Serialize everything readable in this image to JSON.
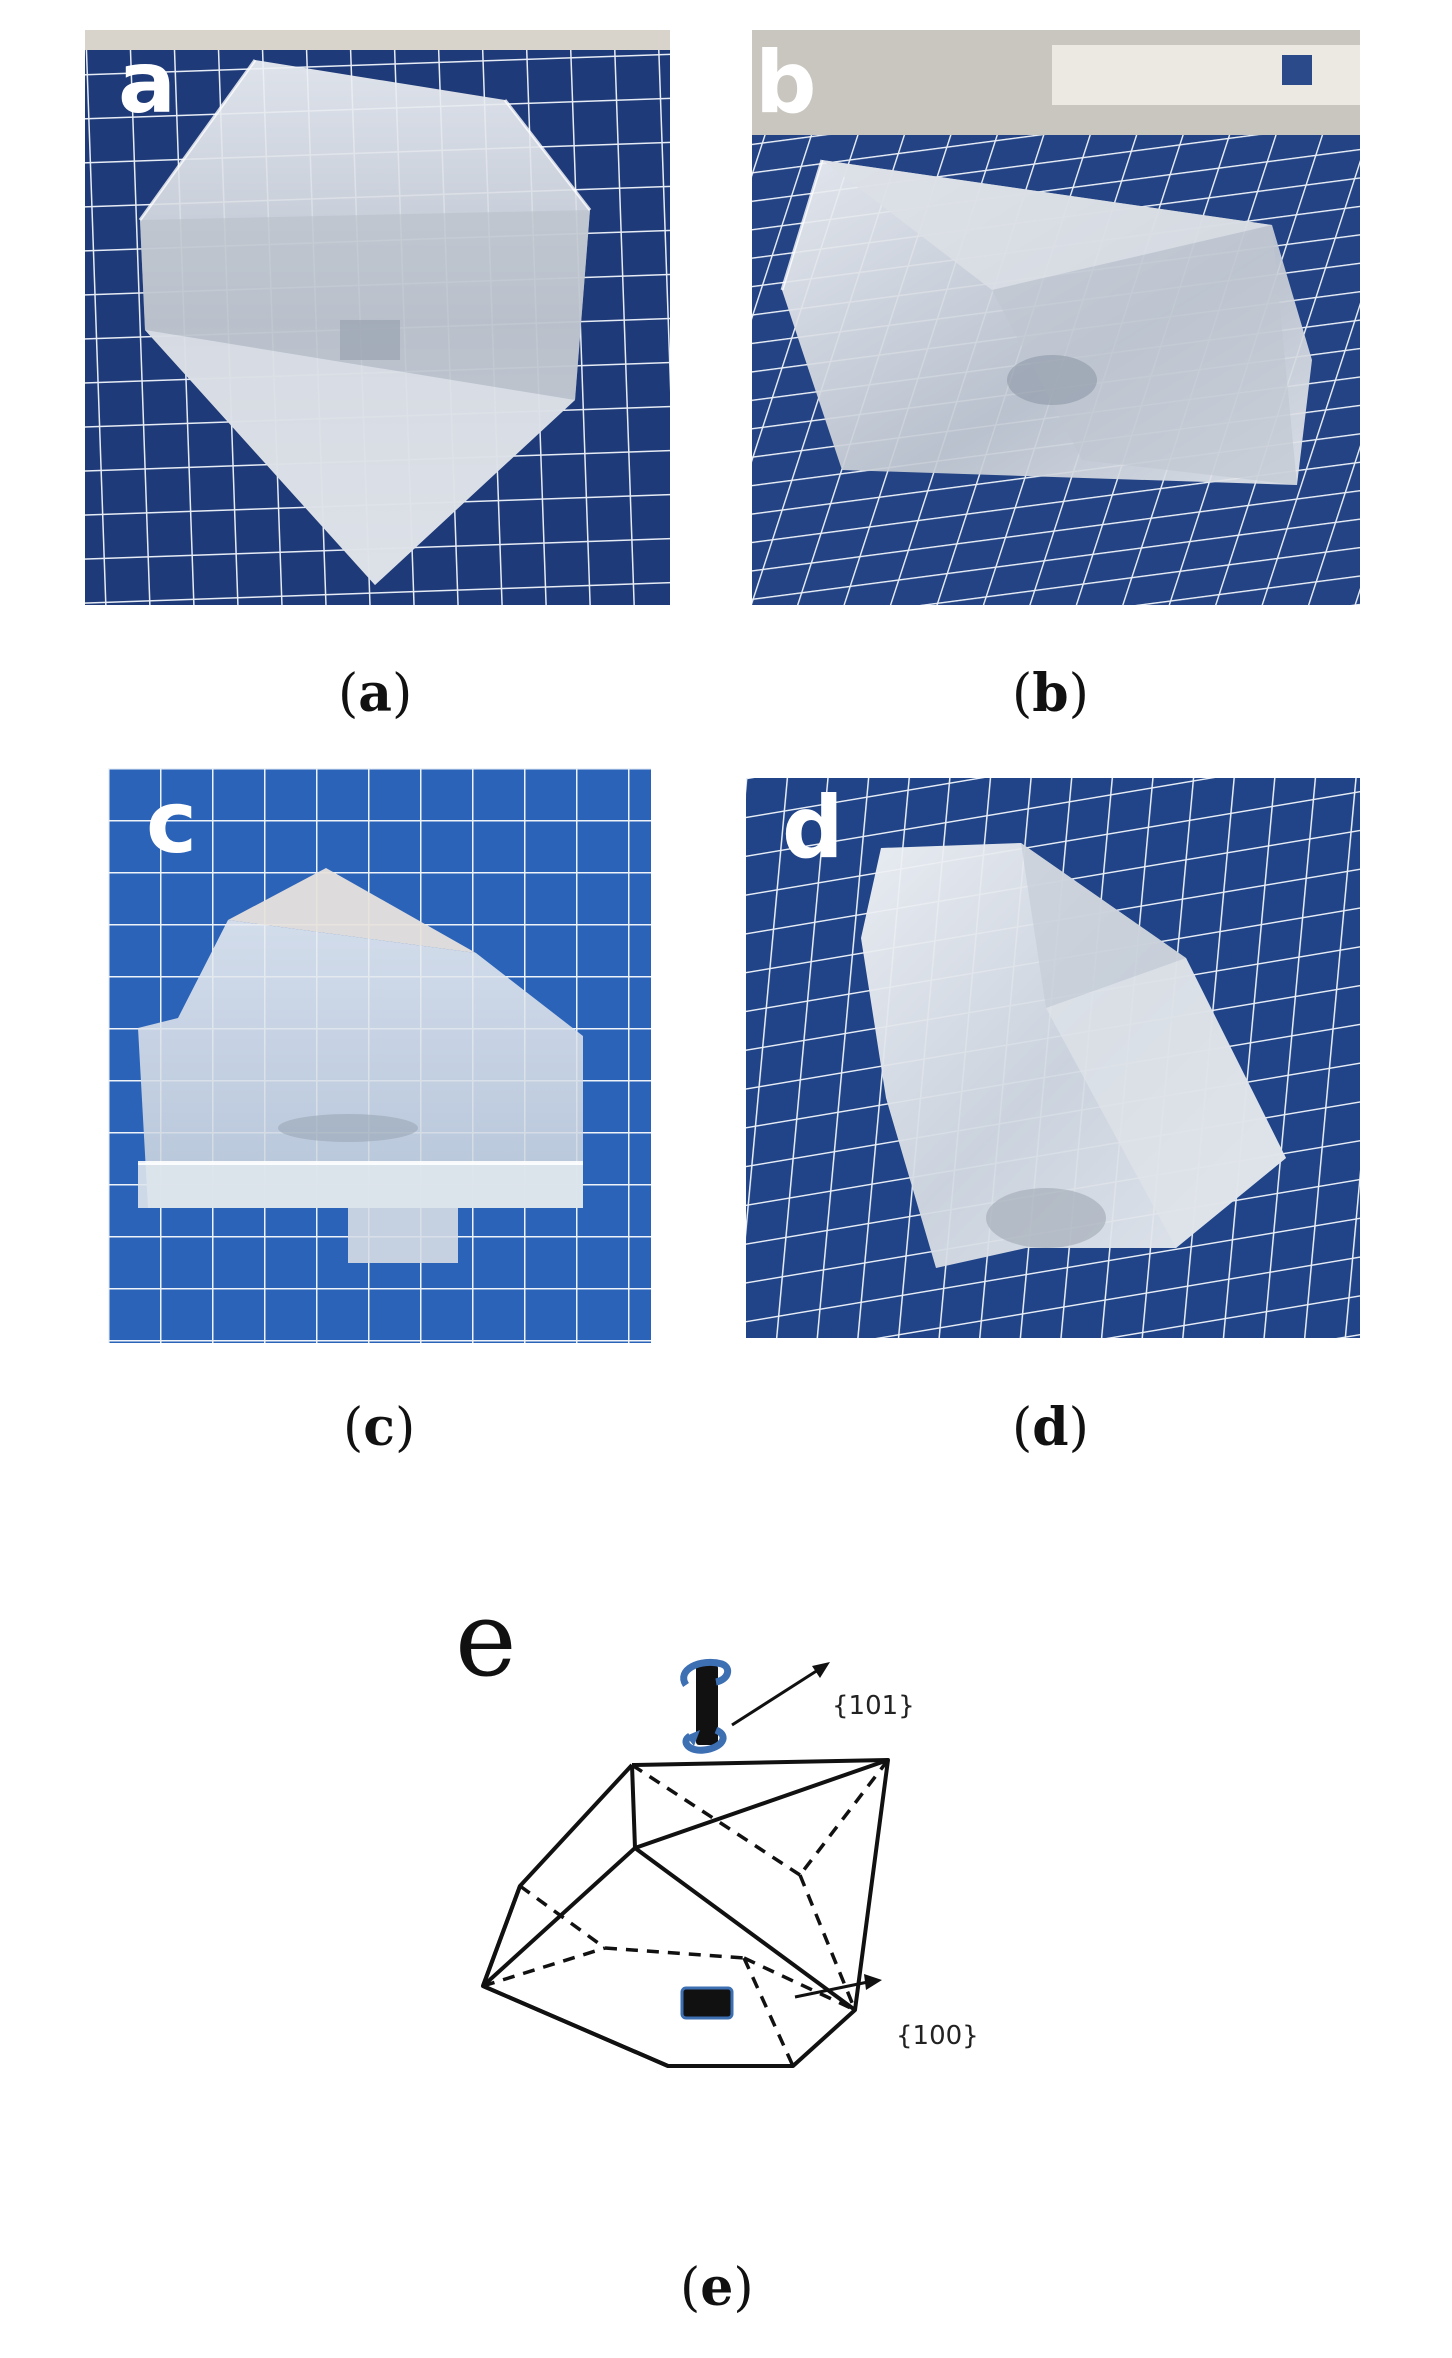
{
  "panels": [
    {
      "id": "a",
      "letter": "a",
      "caption_open": "(",
      "caption_letter": "a",
      "caption_close": ")"
    },
    {
      "id": "b",
      "letter": "b",
      "caption_open": "(",
      "caption_letter": "b",
      "caption_close": ")"
    },
    {
      "id": "c",
      "letter": "c",
      "caption_open": "(",
      "caption_letter": "c",
      "caption_close": ")"
    },
    {
      "id": "d",
      "letter": "d",
      "caption_open": "(",
      "caption_letter": "d",
      "caption_close": ")"
    }
  ],
  "diagram": {
    "letter": "e",
    "label_top_face": "{101}",
    "label_side_face": "{100}",
    "caption_open": "(",
    "caption_letter": "e",
    "caption_close": ")"
  },
  "colors": {
    "grid_mat": "#1f3a78",
    "grid_line": "#e6ecf5",
    "crystal": "#d9dde3",
    "rotation_arrow": "#3d6fb3"
  }
}
